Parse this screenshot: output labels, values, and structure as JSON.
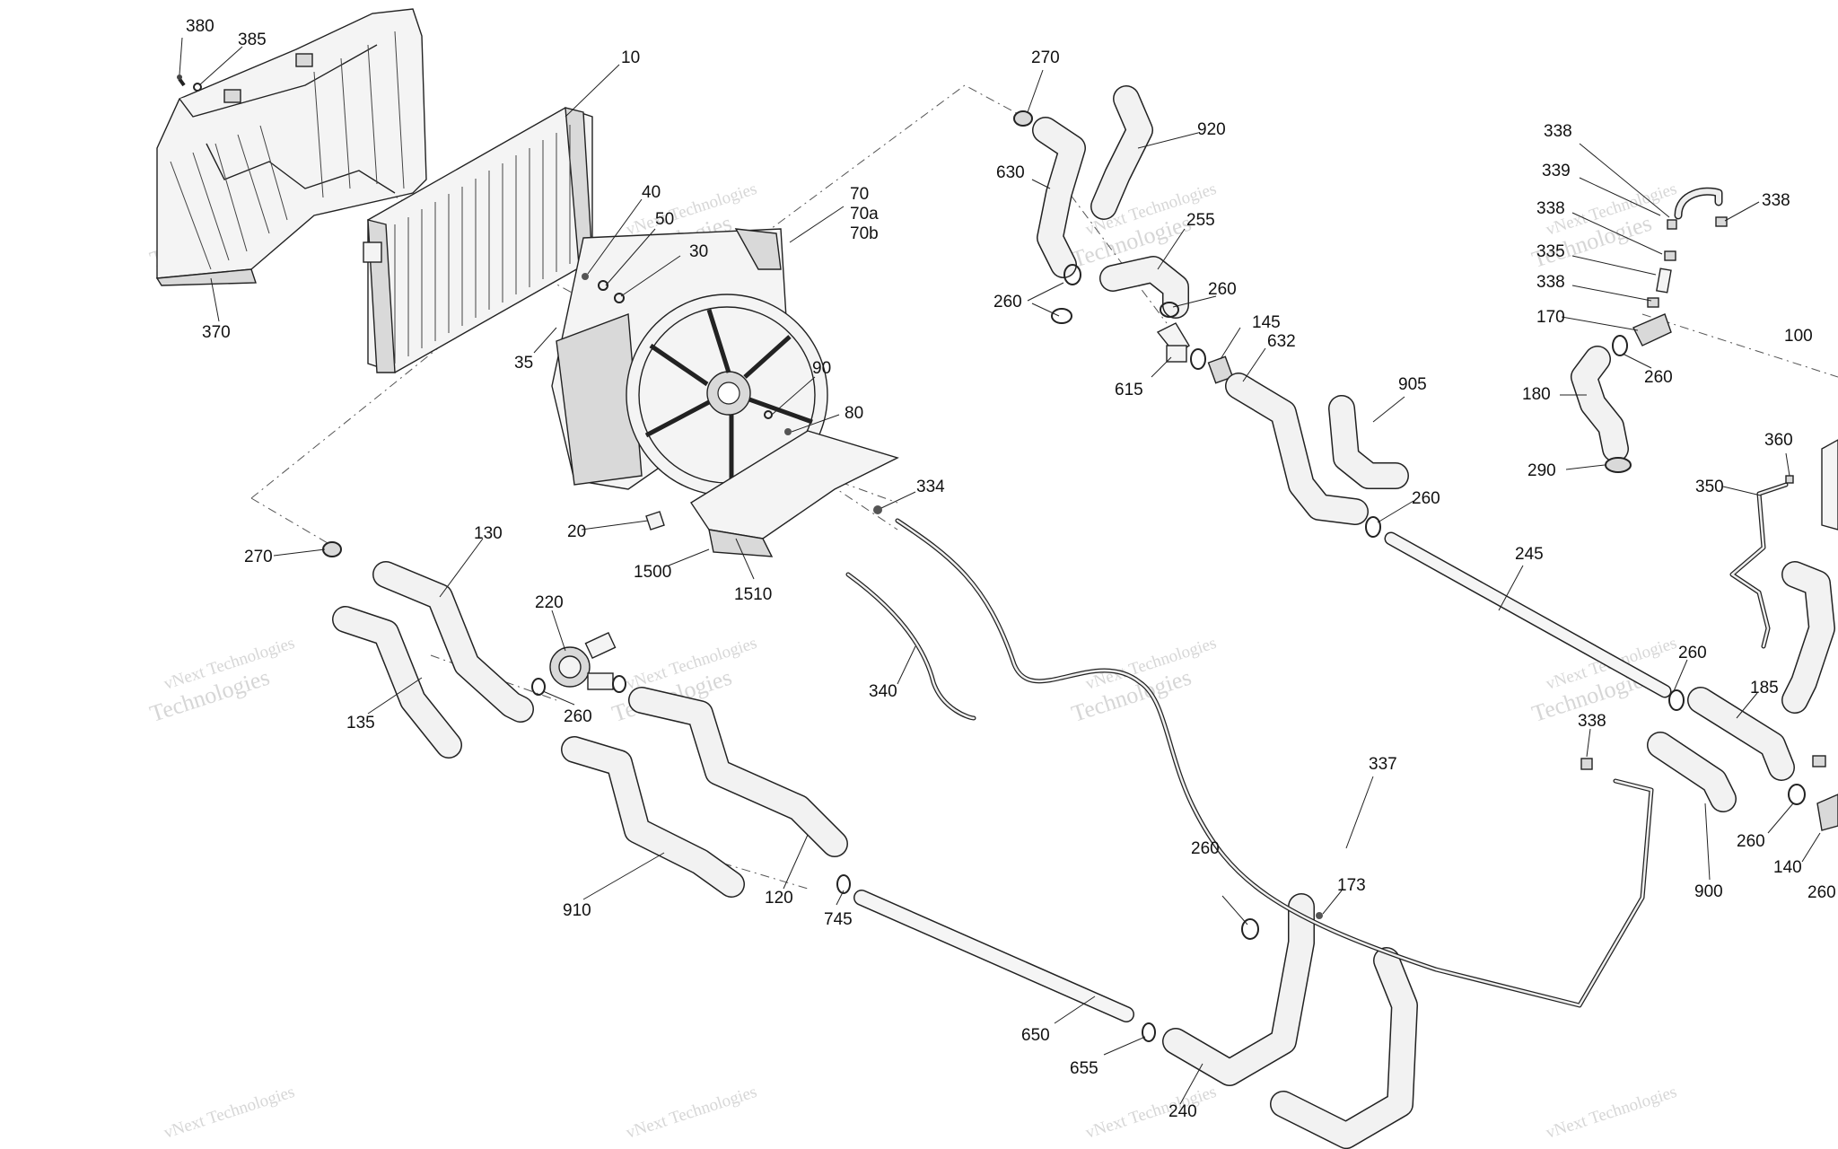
{
  "watermark": {
    "line1": "vNext Technologies",
    "line2": "Technologies"
  },
  "callouts": [
    "380",
    "385",
    "10",
    "370",
    "40",
    "50",
    "30",
    "35",
    "70",
    "70a",
    "70b",
    "90",
    "80",
    "20",
    "1500",
    "1510",
    "334",
    "270",
    "130",
    "220",
    "260",
    "135",
    "340",
    "910",
    "120",
    "745",
    "650",
    "655",
    "240",
    "173",
    "260",
    "337",
    "270",
    "630",
    "920",
    "255",
    "260",
    "260",
    "145",
    "632",
    "615",
    "905",
    "260",
    "245",
    "338",
    "339",
    "338",
    "338",
    "335",
    "338",
    "170",
    "260",
    "180",
    "290",
    "100",
    "360",
    "350",
    "260",
    "185",
    "338",
    "900",
    "260",
    "140",
    "260"
  ]
}
